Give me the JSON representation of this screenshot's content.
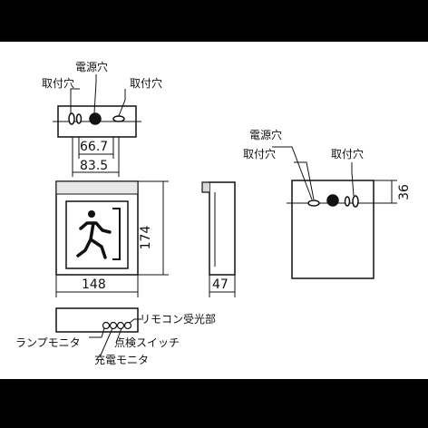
{
  "colors": {
    "frame": "#000000",
    "paper": "#ffffff",
    "line": "#111111",
    "panel_fill": "#e8e8e8",
    "bezel_fill": "#d9d9d9",
    "screw_fill": "#ffffff"
  },
  "labels": {
    "power_hole": "電源穴",
    "mount_hole_left": "取付穴",
    "mount_hole_right": "取付穴",
    "remote_receiver": "リモコン受光部",
    "lamp_monitor": "ランプモニタ",
    "test_switch": "点検スイッチ",
    "charge_monitor": "充電モニタ"
  },
  "dimensions": {
    "hole_pitch_inner": "66.7",
    "hole_pitch_outer": "83.5",
    "height": "174",
    "width": "148",
    "depth": "47",
    "hole_offset": "36"
  },
  "icons": {
    "exit": "running-person-exit-icon"
  }
}
